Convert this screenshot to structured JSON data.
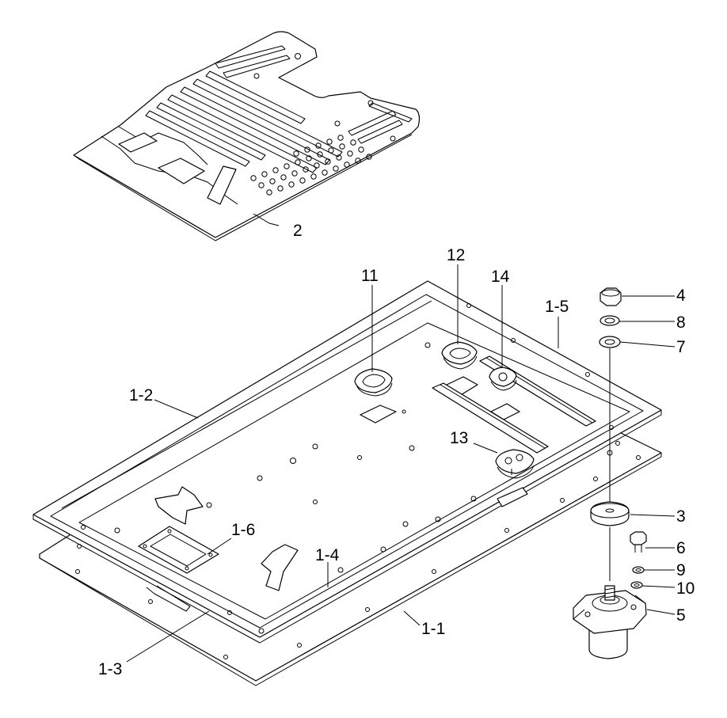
{
  "callouts": [
    {
      "id": "c2",
      "text": "2"
    },
    {
      "id": "c11",
      "text": "11"
    },
    {
      "id": "c12",
      "text": "12"
    },
    {
      "id": "c14",
      "text": "14"
    },
    {
      "id": "c1-5",
      "text": "1-5"
    },
    {
      "id": "c4",
      "text": "4"
    },
    {
      "id": "c8",
      "text": "8"
    },
    {
      "id": "c7",
      "text": "7"
    },
    {
      "id": "c1-2",
      "text": "1-2"
    },
    {
      "id": "c13",
      "text": "13"
    },
    {
      "id": "c3",
      "text": "3"
    },
    {
      "id": "c1-6",
      "text": "1-6"
    },
    {
      "id": "c6",
      "text": "6"
    },
    {
      "id": "c1-4",
      "text": "1-4"
    },
    {
      "id": "c9",
      "text": "9"
    },
    {
      "id": "c10",
      "text": "10"
    },
    {
      "id": "c5",
      "text": "5"
    },
    {
      "id": "c1-1",
      "text": "1-1"
    },
    {
      "id": "c1-3",
      "text": "1-3"
    }
  ]
}
